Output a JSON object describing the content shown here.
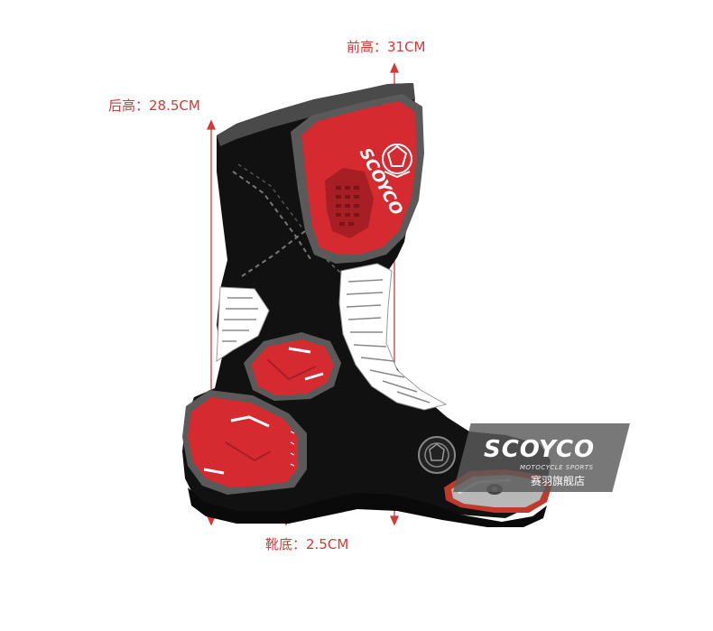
{
  "dimensions": {
    "front_height": "前高：31CM",
    "back_height": "后高：28.5CM",
    "sole_height": "靴底：2.5CM"
  },
  "boot": {
    "brand_mark": "SCOYCO"
  },
  "watermark": {
    "logo": "SCOYCO",
    "tagline": "MOTOCYCLE SPORTS",
    "store": "赛羽旗舰店"
  },
  "colors": {
    "accent_red": "#d52a2f",
    "boot_black": "#111111",
    "dimension_line": "#d23a3a"
  }
}
